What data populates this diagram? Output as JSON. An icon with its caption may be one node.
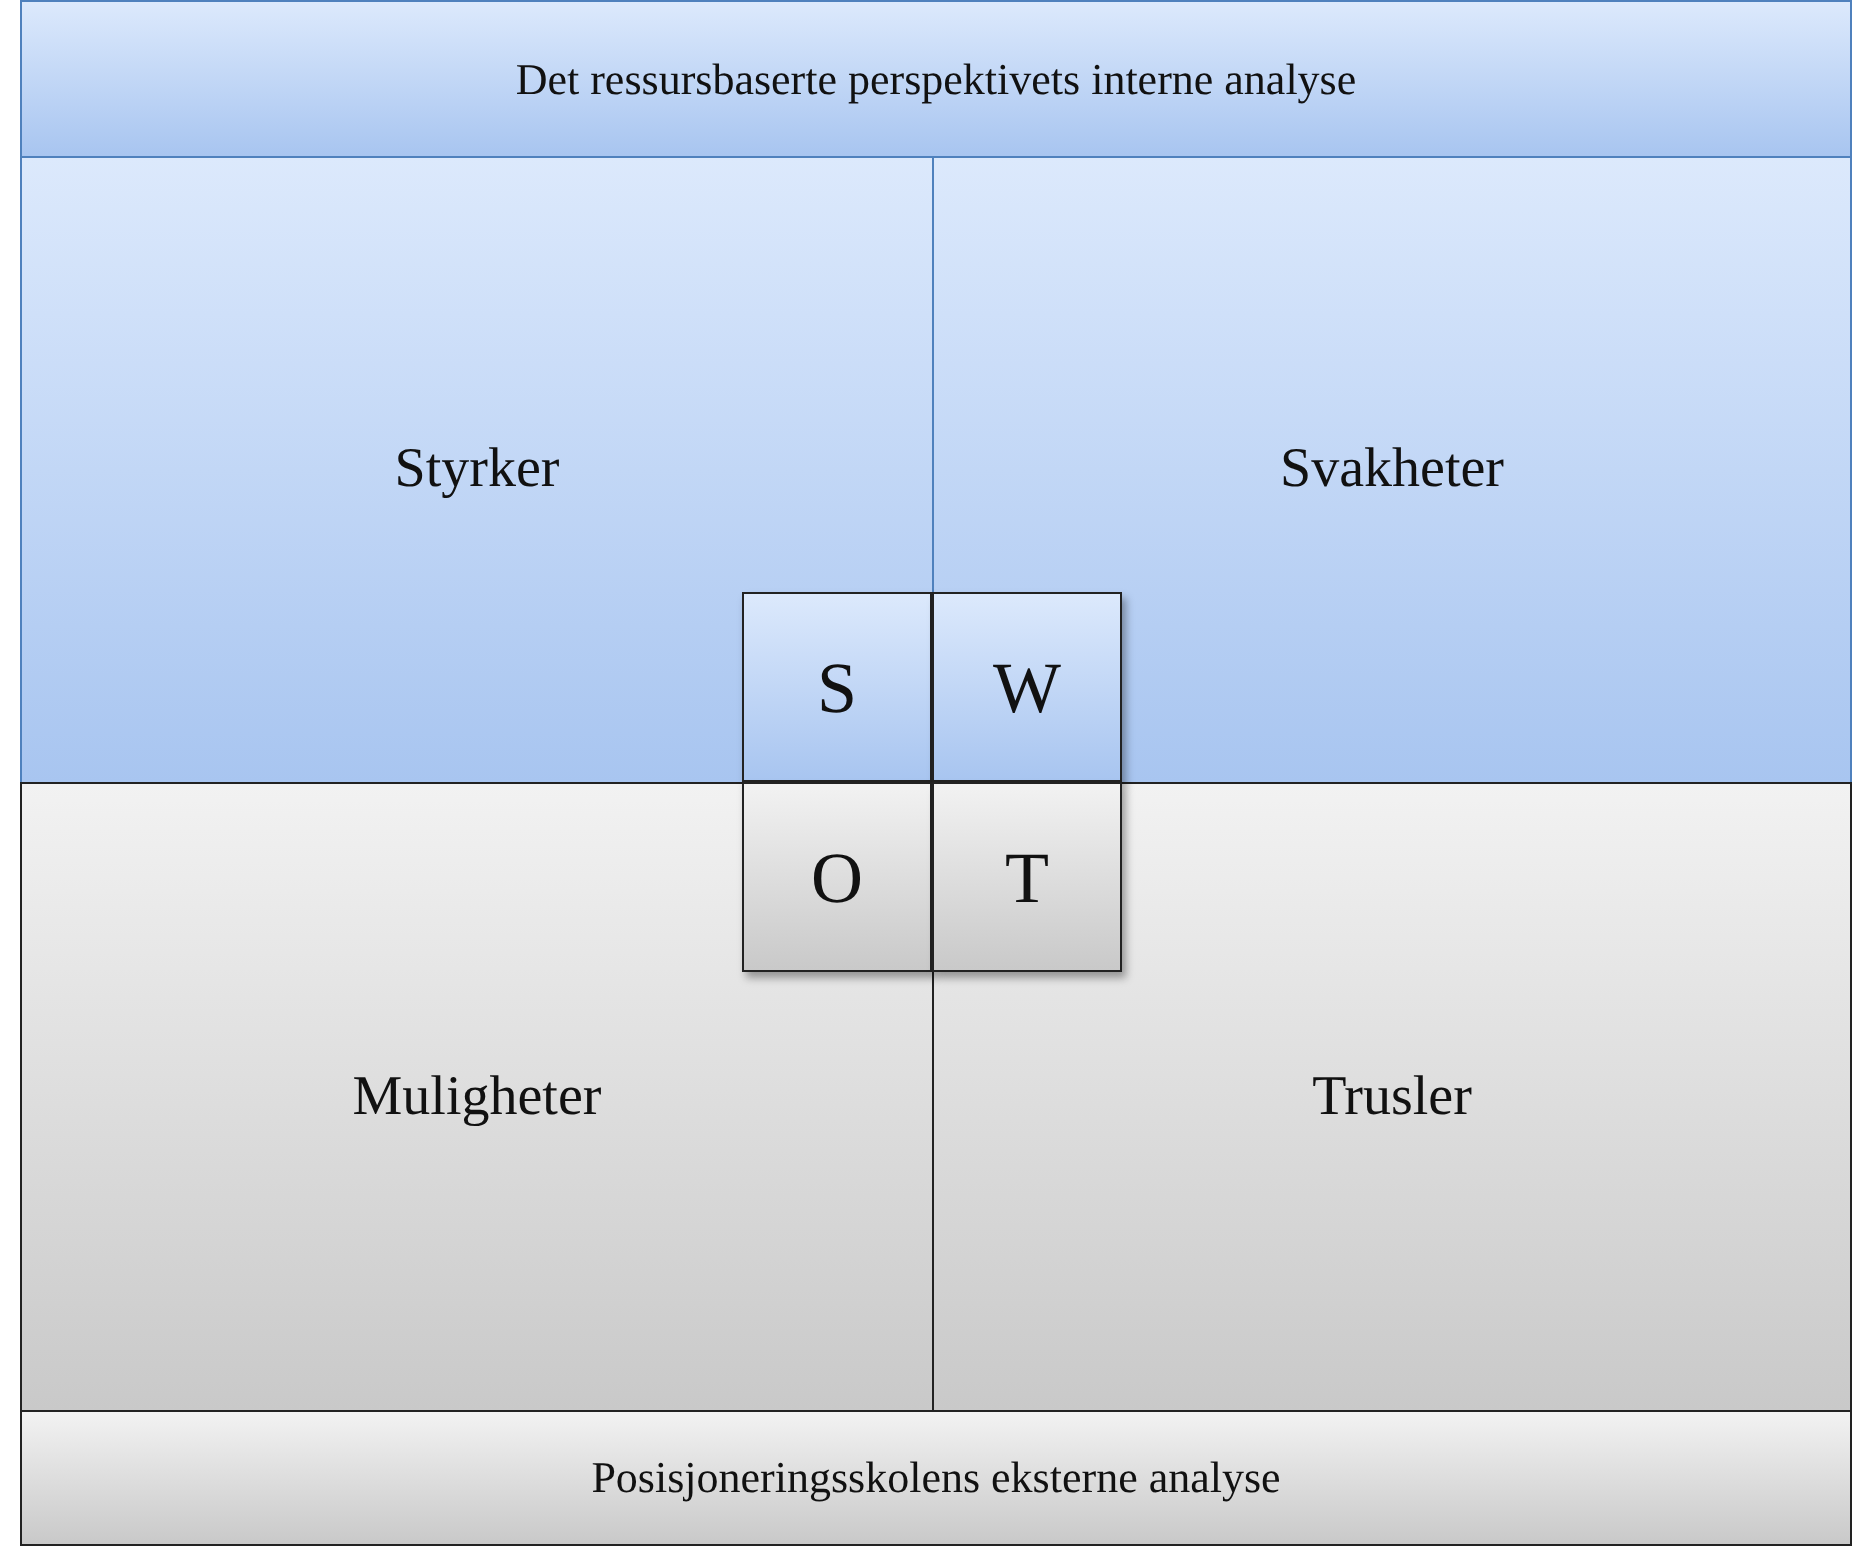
{
  "diagram": {
    "nodes": [
      {
        "text": [
          "Det ressursbaserte perspektivets interne analyse"
        ]
      },
      {
        "text": [
          "Styrker"
        ]
      },
      {
        "text": [
          "Svakheter"
        ]
      },
      {
        "text": [
          "Muligheter"
        ]
      },
      {
        "text": [
          "Trusler"
        ]
      },
      {
        "text": [
          "Posisjoneringsskolens eksterne analyse"
        ]
      },
      {
        "text": [
          "S"
        ],
        "in": 1
      },
      {
        "text": [
          "W"
        ],
        "in": 2
      },
      {
        "text": [
          "O"
        ],
        "in": 3
      },
      {
        "text": [
          "T"
        ],
        "in": 4
      }
    ]
  }
}
